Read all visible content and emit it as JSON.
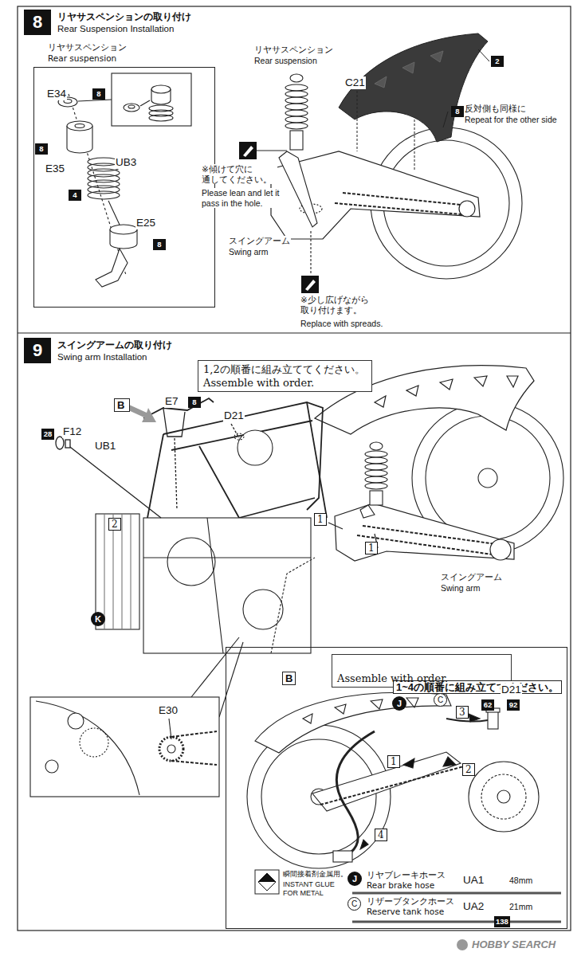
{
  "diagram": {
    "nodes": [
      {
        "text": [
          "8",
          "リヤサスペンションの取り付け",
          "Rear Suspension Installation"
        ]
      },
      {
        "text": [
          "リヤサスペンション",
          "Rear suspension"
        ]
      },
      {
        "text": [
          "9",
          "スイングアームの取り付け",
          "Swing arm Installation"
        ]
      },
      {
        "text": [
          "1,2の順番に組み立ててください。",
          "Assemble with order."
        ]
      },
      {
        "text": [
          "B"
        ]
      },
      {
        "text": [
          "B"
        ]
      },
      {
        "text": [
          "1~4の順番に組み立ててください。",
          "Assemble with order."
        ],
        "in": 5
      }
    ],
    "labels": [
      "E34",
      "8",
      "8",
      "E35",
      "UB3",
      "4",
      "E25",
      "8",
      "リヤサスペンション",
      "Rear suspension",
      "C21",
      "2",
      "8",
      "反対側も同様に",
      "Repeat for the other side",
      "※傾けて穴に 通してください。",
      "Please lean and let it pass in the hole.",
      "スイングアーム",
      "Swing arm",
      "※少し広げながら 取り付けます。",
      "Replace with spreads.",
      "28",
      "F12",
      "UB1",
      "E7",
      "8",
      "D21",
      "2",
      "1",
      "1",
      "K",
      "スイングアーム",
      "Swing arm",
      "E30",
      "J",
      "C",
      "D21",
      "62",
      "92",
      "3",
      "1",
      "2",
      "4",
      "瞬間接着剤金属用。",
      "INSTANT GLUE FOR METAL",
      "J",
      "UA1",
      "48mm",
      "C",
      "UA2",
      "21mm",
      "138",
      "HOBBY SEARCH"
    ],
    "legend": [
      {
        "text": "リヤブレーキホース Rear brake hose"
      },
      {
        "text": "リザーブタンクホース Reserve tank hose"
      }
    ]
  }
}
